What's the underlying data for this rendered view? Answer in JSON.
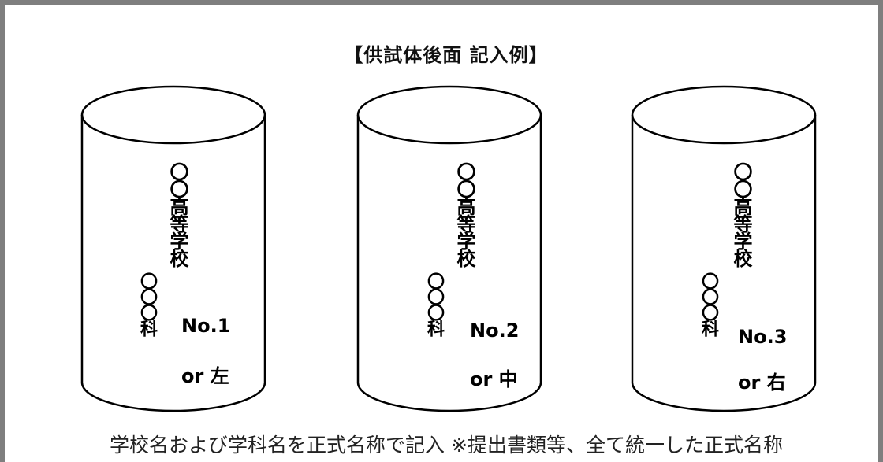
{
  "title": "【供試体後面 記入例】",
  "specimens": [
    {
      "school": "〇〇高等学校",
      "department": "〇〇〇科",
      "number": "No.1",
      "position": "or 左"
    },
    {
      "school": "〇〇高等学校",
      "department": "〇〇〇科",
      "number": "No.2",
      "position": "or 中"
    },
    {
      "school": "〇〇高等学校",
      "department": "〇〇〇科",
      "number": "No.3",
      "position": "or 右"
    }
  ],
  "caption": "学校名および学科名を正式名称で記入 ※提出書類等、全て統一した正式名称",
  "colors": {
    "frame": "#7f7f7f",
    "stroke": "#000000",
    "background": "#ffffff"
  }
}
